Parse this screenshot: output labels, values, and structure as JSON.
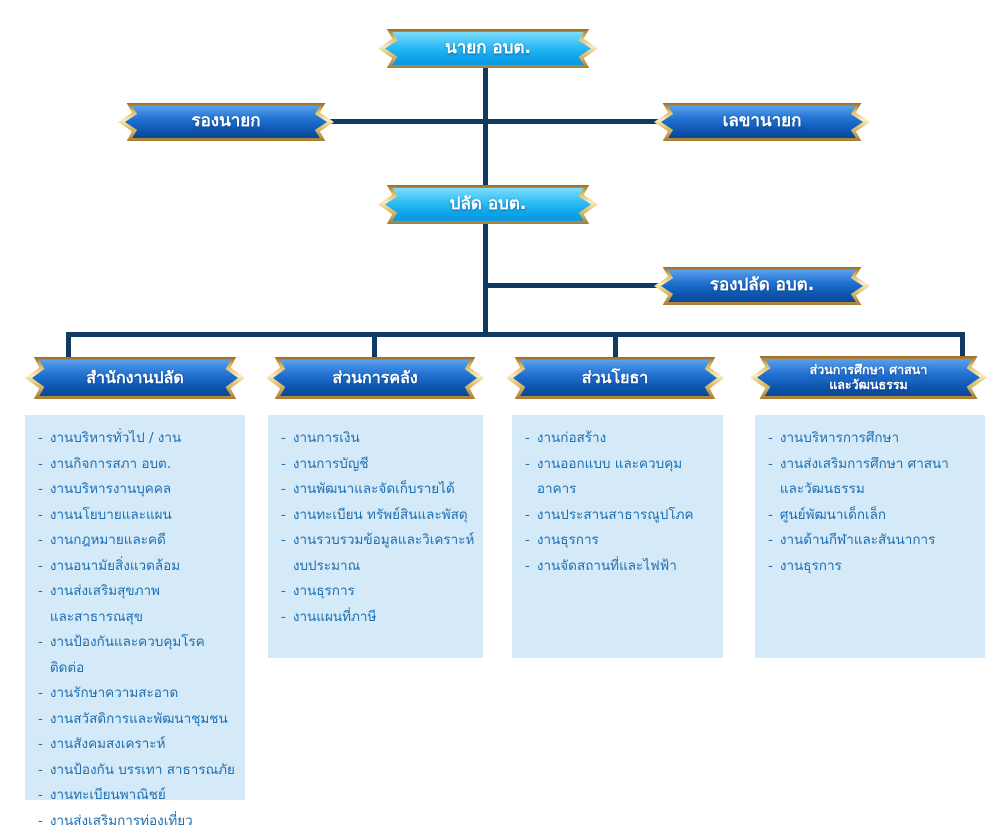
{
  "palette": {
    "connector_line": "#0e3a63",
    "gold_border": "#d9b055",
    "light_banner": "#2cbcf4",
    "dark_banner": "#1668c9",
    "list_box_bg": "#d4eaf8",
    "list_text": "#1f6fb2"
  },
  "org": {
    "mayor": "นายก  อบต.",
    "deputy_mayor": "รองนายก",
    "secretary": "เลขานายก",
    "clerk": "ปลัด  อบต.",
    "deputy_clerk": "รองปลัด  อบต."
  },
  "departments": [
    {
      "title": "สำนักงานปลัด",
      "items": [
        "งานบริหารทั่วไป / งาน",
        "งานกิจการสภา  อบต.",
        "งานบริหารงานบุคคล",
        "งานนโยบายและแผน",
        "งานกฎหมายและคดี",
        "งานอนามัยสิ่งแวดล้อม",
        "งานส่งเสริมสุขภาพ\nและสาธารณสุข",
        "งานป้องกันและควบคุมโรคติดต่อ",
        "งานรักษาความสะอาด",
        "งานสวัสดิการและพัฒนาชุมชน",
        "งานสังคมสงเคราะห์",
        "งานป้องกัน  บรรเทา  สาธารณภัย",
        "งานทะเบียนพาณิชย์",
        "งานส่งเสริมการท่องเที่ยว"
      ]
    },
    {
      "title": "ส่วนการคลัง",
      "items": [
        "งานการเงิน",
        "งานการบัญชี",
        "งานพัฒนาและจัดเก็บรายได้",
        "งานทะเบียน  ทรัพย์สินและพัสดุ",
        "งานรวบรวมข้อมูลและวิเคราะห์\nงบประมาณ",
        "งานธุรการ",
        "งานแผนที่ภาษี"
      ]
    },
    {
      "title": "ส่วนโยธา",
      "items": [
        "งานก่อสร้าง",
        "งานออกแบบ  และควบคุมอาคาร",
        "งานประสานสาธารณูปโภค",
        "งานธุรการ",
        "งานจัดสถานที่และไฟฟ้า"
      ]
    },
    {
      "title": "ส่วนการศึกษา  ศาสนา\nและวัฒนธรรม",
      "items": [
        "งานบริหารการศึกษา",
        "งานส่งเสริมการศึกษา  ศาสนา\nและวัฒนธรรม",
        "ศูนย์พัฒนาเด็กเล็ก",
        "งานด้านกีฬาและสันนาการ",
        "งานธุรการ"
      ]
    }
  ]
}
